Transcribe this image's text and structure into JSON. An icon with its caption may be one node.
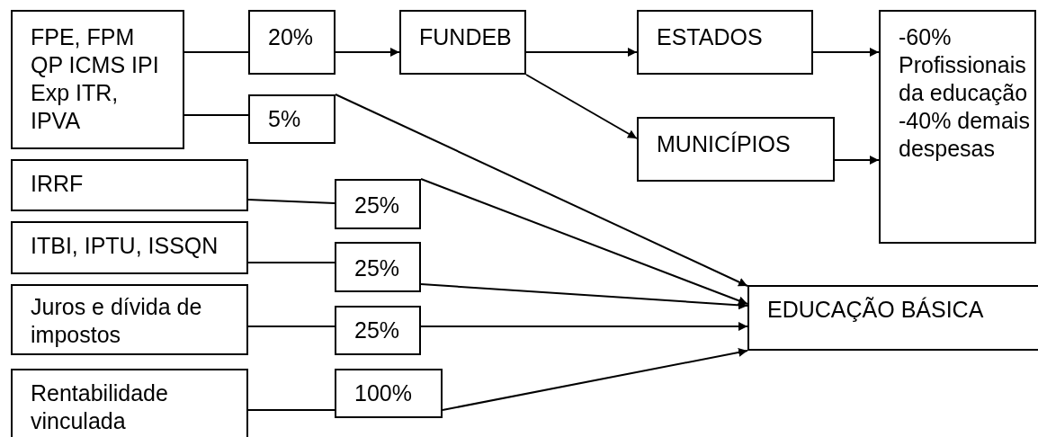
{
  "diagram": {
    "nodes": [
      {
        "text": [
          "FPE, FPM QP ICMS IPI Exp ITR, IPVA"
        ]
      },
      {
        "text": [
          "20%"
        ]
      },
      {
        "text": [
          "5%"
        ]
      },
      {
        "text": [
          "FUNDEB"
        ]
      },
      {
        "text": [
          "ESTADOS"
        ]
      },
      {
        "text": [
          "MUNICÍPIOS"
        ]
      },
      {
        "text": [
          "-60% Profissionais da educação -40% demais despesas"
        ]
      },
      {
        "text": [
          "IRRF"
        ]
      },
      {
        "text": [
          "25%"
        ]
      },
      {
        "text": [
          "ITBI, IPTU, ISSQN"
        ]
      },
      {
        "text": [
          "25%"
        ]
      },
      {
        "text": [
          "Juros e dívida de impostos"
        ]
      },
      {
        "text": [
          "25%"
        ]
      },
      {
        "text": [
          "Rentabilidade vinculada"
        ]
      },
      {
        "text": [
          "100%"
        ]
      },
      {
        "text": [
          "EDUCAÇÃO BÁSICA"
        ]
      }
    ],
    "edges": [
      {
        "from": 0,
        "to": 1,
        "arrow": "none"
      },
      {
        "from": 1,
        "to": 3,
        "arrow": "to"
      },
      {
        "from": 0,
        "to": 2,
        "arrow": "none"
      },
      {
        "from": 2,
        "to": 15,
        "arrow": "to"
      },
      {
        "from": 3,
        "to": 4,
        "arrow": "to"
      },
      {
        "from": 3,
        "to": 5,
        "arrow": "to"
      },
      {
        "from": 4,
        "to": 6,
        "arrow": "to"
      },
      {
        "from": 5,
        "to": 6,
        "arrow": "to"
      },
      {
        "from": 7,
        "to": 8,
        "arrow": "none"
      },
      {
        "from": 8,
        "to": 15,
        "arrow": "to"
      },
      {
        "from": 9,
        "to": 10,
        "arrow": "none"
      },
      {
        "from": 10,
        "to": 15,
        "arrow": "to"
      },
      {
        "from": 11,
        "to": 12,
        "arrow": "none"
      },
      {
        "from": 12,
        "to": 15,
        "arrow": "to"
      },
      {
        "from": 13,
        "to": 14,
        "arrow": "none"
      },
      {
        "from": 14,
        "to": 15,
        "arrow": "to"
      }
    ]
  }
}
